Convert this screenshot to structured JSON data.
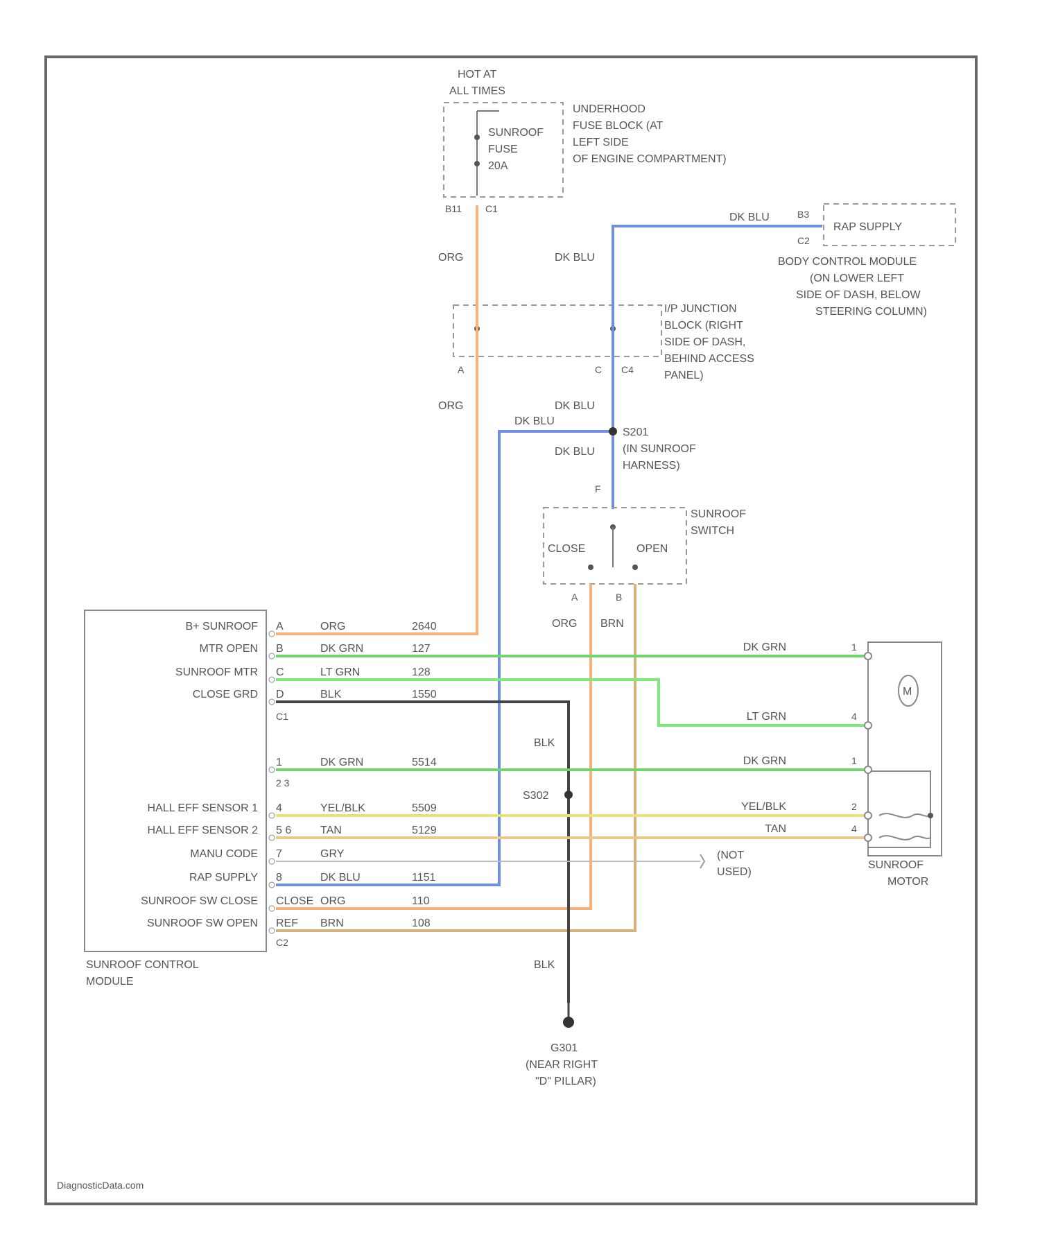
{
  "source_power": {
    "label_1": "HOT AT",
    "label_2": "ALL TIMES"
  },
  "fuse_block": {
    "fuse_lines": [
      "SUNROOF",
      "FUSE",
      "20A"
    ],
    "location_lines": [
      "UNDERHOOD",
      "FUSE BLOCK (AT",
      "LEFT SIDE",
      "OF ENGINE COMPARTMENT)"
    ],
    "pin_left": "B11",
    "pin_right": "C1"
  },
  "bcm": {
    "name": "RAP SUPPLY",
    "pin_top": "B3",
    "pin_bottom": "C2",
    "location_lines": [
      "BODY CONTROL MODULE",
      "(ON LOWER LEFT",
      "SIDE OF DASH, BELOW",
      "STEERING COLUMN)"
    ]
  },
  "junction_block": {
    "location_lines": [
      "I/P JUNCTION",
      "BLOCK (RIGHT",
      "SIDE OF DASH,",
      "BEHIND ACCESS",
      "PANEL)"
    ],
    "pin_a": "A",
    "pin_c": "C",
    "pin_c4": "C4"
  },
  "splice": {
    "id": "S201",
    "location": "(IN SUNROOF",
    "location_2": "HARNESS)"
  },
  "switch": {
    "name_1": "SUNROOF",
    "name_2": "SWITCH",
    "close": "CLOSE",
    "open": "OPEN",
    "pin_f": "F",
    "pin_a": "A",
    "pin_b": "B"
  },
  "wire_labels": {
    "org_1": "ORG",
    "org_2": "ORG",
    "dkblu_1": "DK BLU",
    "dkblu_2": "DK BLU",
    "dkblu_3": "DK BLU",
    "dkblu_4": "DK BLU",
    "dkblu_5": "DK BLU",
    "org_sw": "ORG",
    "brn_sw": "BRN",
    "blk_1": "BLK",
    "blk_2": "BLK"
  },
  "module": {
    "name_1": "SUNROOF CONTROL",
    "name_2": "MODULE",
    "connector_c1": "C1",
    "connector_c2": "C2",
    "pins": [
      {
        "label": "B+ SUNROOF",
        "pin": "A",
        "wire": "ORG",
        "circuit": "2640"
      },
      {
        "label": "MTR OPEN",
        "pin": "B",
        "wire": "DK GRN",
        "circuit": "127"
      },
      {
        "label": "SUNROOF MTR",
        "pin": "C",
        "wire": "LT GRN",
        "circuit": "128"
      },
      {
        "label": "CLOSE GRD",
        "pin": "D",
        "wire": "BLK",
        "circuit": "1550"
      },
      {
        "label": "",
        "pin": "1",
        "wire": "DK GRN",
        "circuit": "5514"
      },
      {
        "label": "HALL EFF SENSOR 1",
        "pin": "4",
        "wire": "YEL/BLK",
        "circuit": "5509"
      },
      {
        "label": "HALL EFF SENSOR 2",
        "pin": "5 6",
        "wire": "TAN",
        "circuit": "5129"
      },
      {
        "label": "MANU CODE",
        "pin": "7",
        "wire": "GRY",
        "circuit": ""
      },
      {
        "label": "RAP SUPPLY",
        "pin": "8",
        "wire": "DK BLU",
        "circuit": "1151"
      },
      {
        "label": "SUNROOF SW CLOSE",
        "pin": "CLOSE",
        "wire": "ORG",
        "circuit": "110"
      },
      {
        "label": "SUNROOF SW OPEN",
        "pin": "REF",
        "wire": "BRN",
        "circuit": "108"
      }
    ],
    "pin_23": "2 3"
  },
  "motor": {
    "name_1": "SUNROOF",
    "name_2": "MOTOR",
    "m_label": "M",
    "pins": [
      {
        "wire": "DK GRN",
        "pin": "1"
      },
      {
        "wire": "LT GRN",
        "pin": "4"
      },
      {
        "wire": "DK GRN",
        "pin": "1"
      },
      {
        "wire": "YEL/BLK",
        "pin": "2"
      },
      {
        "wire": "TAN",
        "pin": "4"
      }
    ]
  },
  "not_used": {
    "line_1": "(NOT",
    "line_2": "USED)"
  },
  "splice_s302": "S302",
  "ground": {
    "id": "G301",
    "line_1": "(NEAR RIGHT",
    "line_2": "\"D\" PILLAR)"
  },
  "watermark": "DiagnosticData.com",
  "colors": {
    "orange": "#f5b27a",
    "blue": "#6f8fe0",
    "dk_green": "#6fd56a",
    "lt_green": "#7ee87a",
    "yellow": "#e5e37a",
    "tan": "#e8c98a",
    "brown": "#d6b27a",
    "gray": "#bbbbbb",
    "black": "#444444"
  }
}
